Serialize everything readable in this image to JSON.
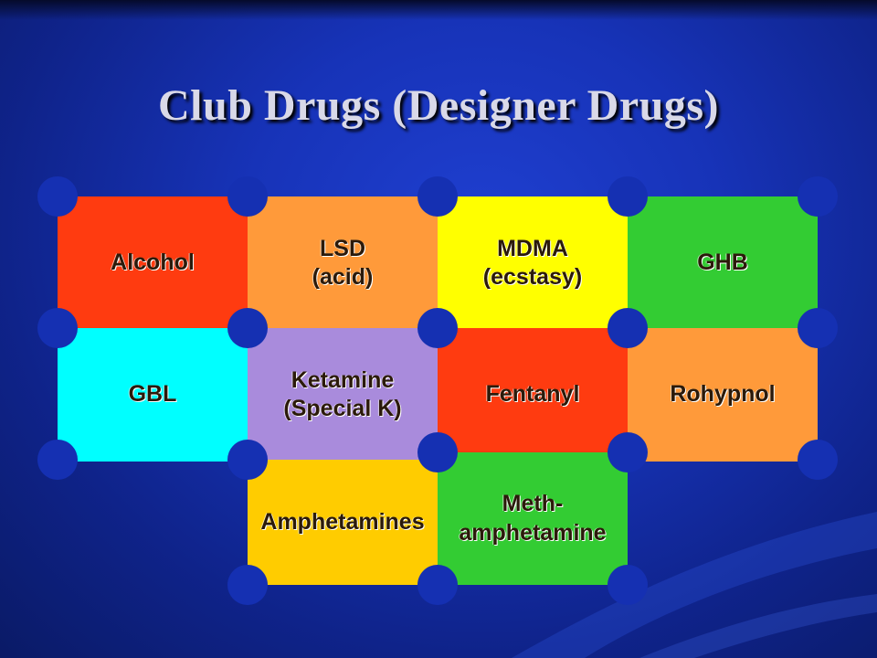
{
  "slide": {
    "title": "Club Drugs (Designer Drugs)"
  },
  "tiles": [
    {
      "label": "Alcohol",
      "color": "#ff3b10"
    },
    {
      "label": "LSD\n(acid)",
      "color": "#ff9a3a"
    },
    {
      "label": "MDMA\n(ecstasy)",
      "color": "#ffff00"
    },
    {
      "label": "GHB",
      "color": "#33cc33"
    },
    {
      "label": "GBL",
      "color": "#00ffff"
    },
    {
      "label": "Ketamine\n(Special K)",
      "color": "#a98bdc"
    },
    {
      "label": "Fentanyl",
      "color": "#ff3b10"
    },
    {
      "label": "Rohypnol",
      "color": "#ff9a3a"
    },
    {
      "label": "Amphetamines",
      "color": "#ffcc00"
    },
    {
      "label": "Meth-\namphetamine",
      "color": "#33cc33"
    }
  ]
}
